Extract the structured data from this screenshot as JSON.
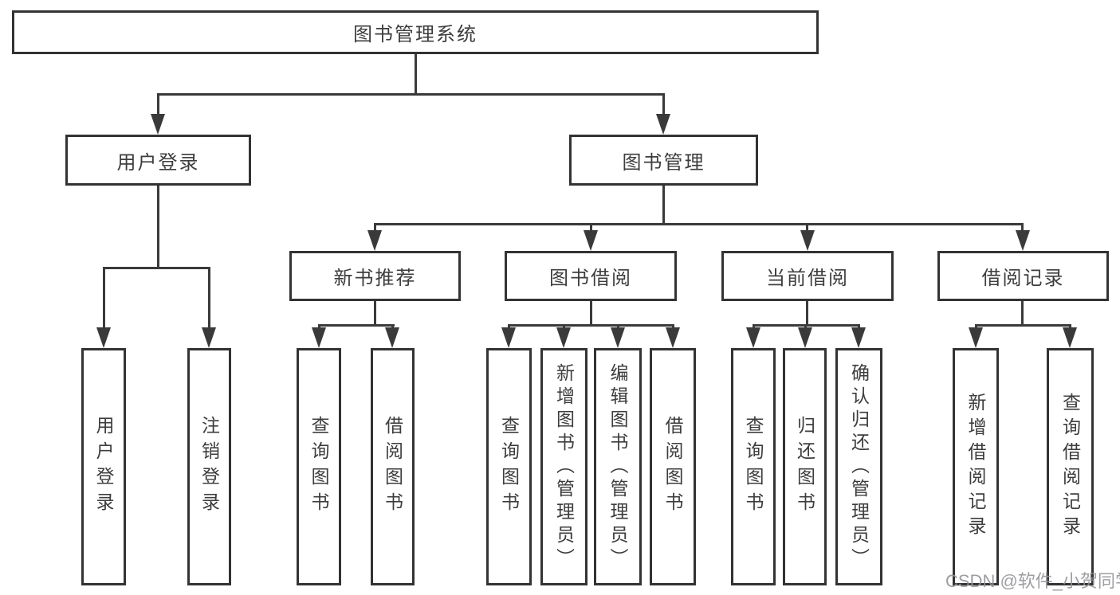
{
  "colors": {
    "line": "#3a3a3a",
    "box_border": "#333333",
    "text": "#3d3d3d",
    "background": "#ffffff",
    "watermark": "#949499"
  },
  "tree": {
    "root": {
      "label": "图书管理系统"
    },
    "level2": [
      {
        "label": "用户登录"
      },
      {
        "label": "图书管理"
      }
    ],
    "level3": [
      {
        "label": "新书推荐",
        "parent": "图书管理"
      },
      {
        "label": "图书借阅",
        "parent": "图书管理"
      },
      {
        "label": "当前借阅",
        "parent": "图书管理"
      },
      {
        "label": "借阅记录",
        "parent": "图书管理"
      }
    ],
    "leaves": [
      {
        "label": "用户登录",
        "parent": "用户登录"
      },
      {
        "label": "注销登录",
        "parent": "用户登录"
      },
      {
        "label": "查询图书",
        "parent": "新书推荐"
      },
      {
        "label": "借阅图书",
        "parent": "新书推荐"
      },
      {
        "label": "查询图书",
        "parent": "图书借阅"
      },
      {
        "label": "新增图书（管理员）",
        "parent": "图书借阅"
      },
      {
        "label": "编辑图书（管理员）",
        "parent": "图书借阅"
      },
      {
        "label": "借阅图书",
        "parent": "图书借阅"
      },
      {
        "label": "查询图书",
        "parent": "当前借阅"
      },
      {
        "label": "归还图书",
        "parent": "当前借阅"
      },
      {
        "label": "确认归还（管理员）",
        "parent": "当前借阅"
      },
      {
        "label": "新增借阅记录",
        "parent": "借阅记录"
      },
      {
        "label": "查询借阅记录",
        "parent": "借阅记录"
      }
    ]
  },
  "watermark": {
    "text": "CSDN @软件_小贺同学"
  }
}
